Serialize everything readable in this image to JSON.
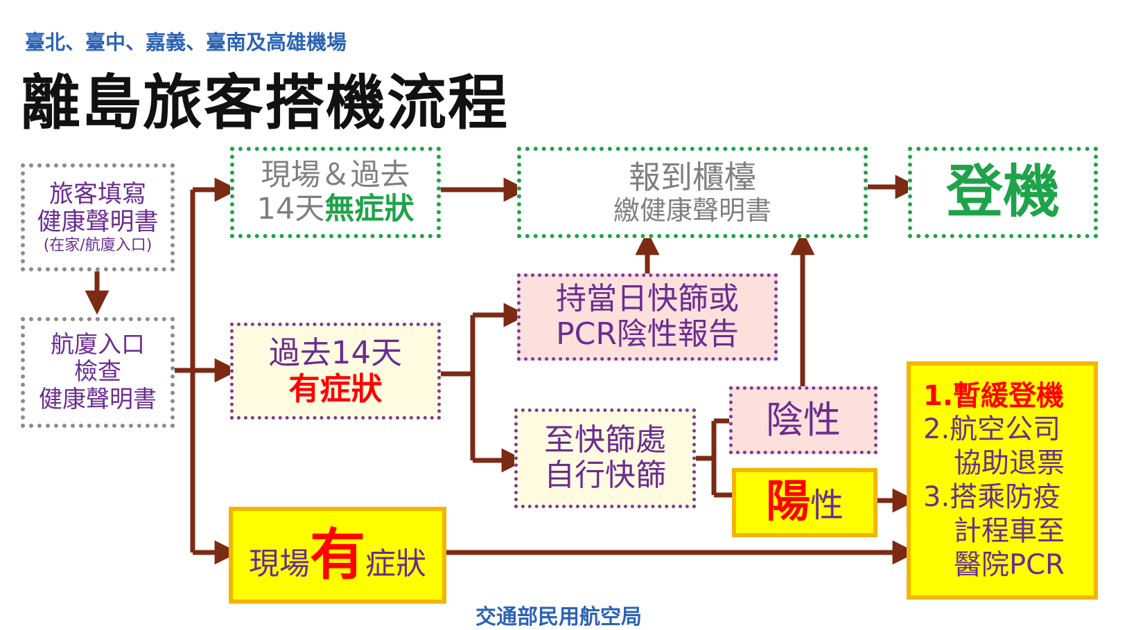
{
  "header": {
    "subtitle": "臺北、臺中、嘉義、臺南及高雄機場",
    "title": "離島旅客搭機流程"
  },
  "nodes": {
    "fill_declaration": {
      "line1": "旅客填寫",
      "line2": "健康聲明書",
      "line3": "(在家/航廈入口)"
    },
    "entrance_check": {
      "line1": "航廈入口",
      "line2": "檢查",
      "line3": "健康聲明書"
    },
    "no_symptoms": {
      "line1": "現場＆過去",
      "line2_prefix": "14天",
      "line2_emph": "無症狀"
    },
    "checkin": {
      "line1": "報到櫃檯",
      "line2": "繳健康聲明書"
    },
    "boarding": {
      "label": "登機"
    },
    "past_symptoms": {
      "line1": "過去14天",
      "line2": "有症狀"
    },
    "negative_report": {
      "line1": "持當日快篩或",
      "line2": "PCR陰性報告"
    },
    "rapid_test": {
      "line1": "至快篩處",
      "line2": "自行快篩"
    },
    "negative": {
      "label": "陰性"
    },
    "positive": {
      "emph": "陽",
      "rest": "性"
    },
    "onsite_symptoms": {
      "pre": "現場",
      "emph": "有",
      "post": "症狀"
    },
    "outcome": {
      "item1": "1.暫緩登機",
      "item2a": "2.航空公司",
      "item2b": "協助退票",
      "item3a": "3.搭乘防疫",
      "item3b": "計程車至",
      "item3c": "醫院PCR"
    }
  },
  "footer": {
    "org": "交通部民用航空局"
  },
  "colors": {
    "arrow": "#7b2a14",
    "green": "#1fa34a",
    "purple": "#6a2c91",
    "red": "#ff0000",
    "yellow": "#ffff00",
    "title_blue": "#2b63b5"
  }
}
